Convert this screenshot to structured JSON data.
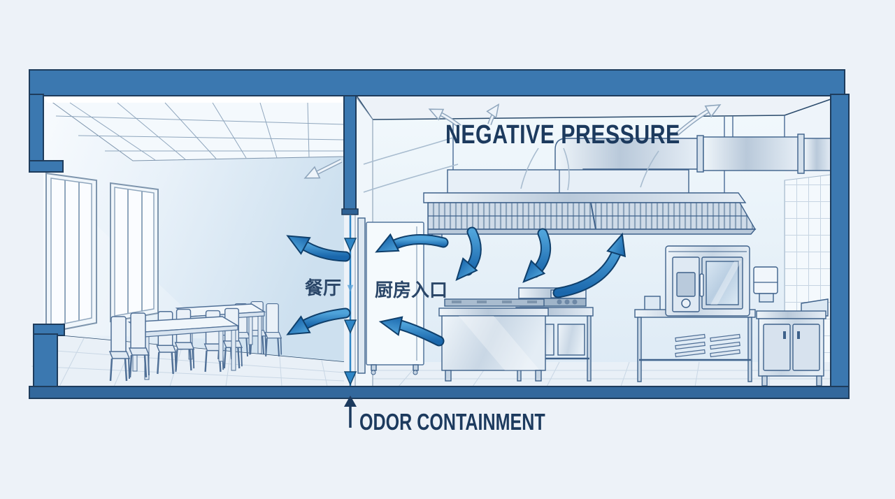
{
  "labels": {
    "negative_pressure": "NEGATIVE PRESSURE",
    "dining_room": "餐厅",
    "kitchen_entrance": "厨房入口",
    "odor_containment": "ODOR CONTAINMENT"
  },
  "colors": {
    "background": "#edf2f8",
    "frame_blue": "#3b78b0",
    "floor_band_blue": "#33689c",
    "text_navy": "#1c3a5e",
    "airflow_blue_light": "#4fa3da",
    "airflow_blue_dark": "#1a67ac",
    "airflow_outline_navy": "#0f3f6b",
    "steel_light": "#e3edf6",
    "steel_mid": "#c6d5e4",
    "line_steel": "#54749c"
  },
  "airflow_arrows": [
    {
      "name": "doorway-upper-arrow",
      "style": "solid-blue",
      "direction": "left-into-dining-doorway"
    },
    {
      "name": "doorway-lower-arrow",
      "style": "solid-blue",
      "direction": "left-into-dining-doorway"
    },
    {
      "name": "dining-upper-arrow",
      "style": "solid-blue",
      "direction": "up-left-into-dining"
    },
    {
      "name": "dining-lower-arrow",
      "style": "solid-blue",
      "direction": "down-left-into-dining"
    },
    {
      "name": "hood-downdraft-arrow-1",
      "style": "solid-blue",
      "direction": "down-left-from-hood"
    },
    {
      "name": "hood-downdraft-arrow-2",
      "style": "solid-blue",
      "direction": "down-left-from-hood"
    },
    {
      "name": "hood-updraft-arrow",
      "style": "solid-blue",
      "direction": "up-into-hood"
    },
    {
      "name": "pressure-boundary-line",
      "style": "blue-line-with-down-arrowheads",
      "direction": "down-along-door-opening"
    },
    {
      "name": "containment-up-arrow",
      "style": "solid-navy",
      "direction": "up-at-floor-line"
    },
    {
      "name": "ceiling-leak-arrow-left",
      "style": "outline",
      "direction": "up-left-above-title"
    },
    {
      "name": "ceiling-leak-arrow-mid",
      "style": "outline",
      "direction": "up-above-title"
    },
    {
      "name": "duct-exhaust-arrow",
      "style": "outline",
      "direction": "up-right-along-duct"
    },
    {
      "name": "dining-draft-arrow",
      "style": "outline",
      "direction": "down-left-from-partition"
    }
  ],
  "scene": {
    "rooms": [
      "dining room",
      "kitchen"
    ],
    "equipment": [
      "exhaust hood",
      "exhaust duct",
      "combi oven",
      "cooking range",
      "stainless counters",
      "tray rack",
      "storage cabinet",
      "paper towel dispenser",
      "dining tables",
      "dining chairs",
      "windows",
      "tiled wall",
      "kitchen door"
    ]
  }
}
